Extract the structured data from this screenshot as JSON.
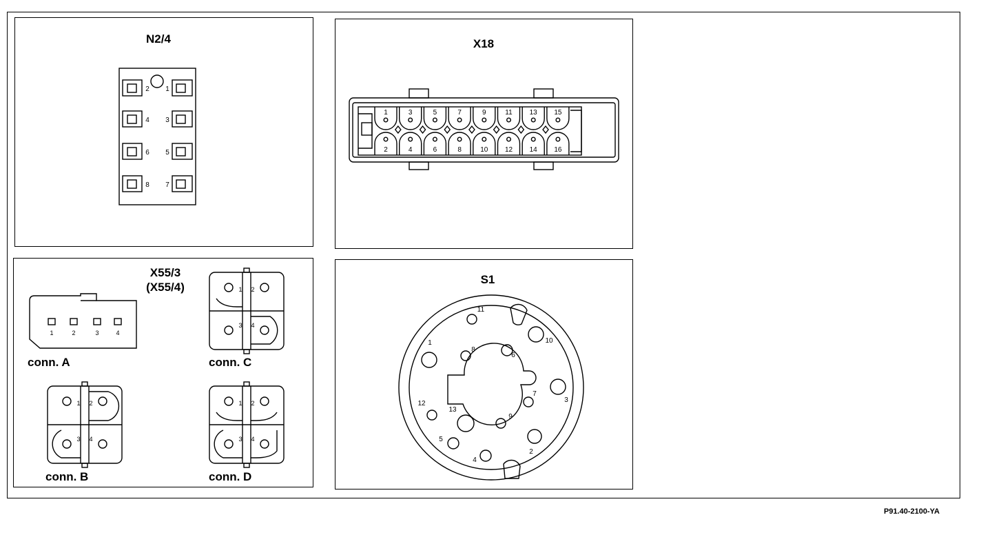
{
  "panels": {
    "n24": {
      "title": "N2/4",
      "pins": [
        "1",
        "2",
        "3",
        "4",
        "5",
        "6",
        "7",
        "8"
      ]
    },
    "x18": {
      "title": "X18",
      "top_pins": [
        "1",
        "3",
        "5",
        "7",
        "9",
        "11",
        "13",
        "15"
      ],
      "bottom_pins": [
        "2",
        "4",
        "6",
        "8",
        "10",
        "12",
        "14",
        "16"
      ]
    },
    "x55": {
      "title_line1": "X55/3",
      "title_line2": "(X55/4)",
      "conn_a_label": "conn. A",
      "conn_b_label": "conn. B",
      "conn_c_label": "conn. C",
      "conn_d_label": "conn. D",
      "conn_a_pins": [
        "1",
        "2",
        "3",
        "4"
      ],
      "pair_pins": [
        "1",
        "2",
        "3",
        "4"
      ]
    },
    "s1": {
      "title": "S1",
      "pins": [
        "1",
        "2",
        "3",
        "4",
        "5",
        "6",
        "7",
        "8",
        "9",
        "10",
        "11",
        "12",
        "13"
      ]
    }
  },
  "figure_id": "P91.40-2100-YA"
}
